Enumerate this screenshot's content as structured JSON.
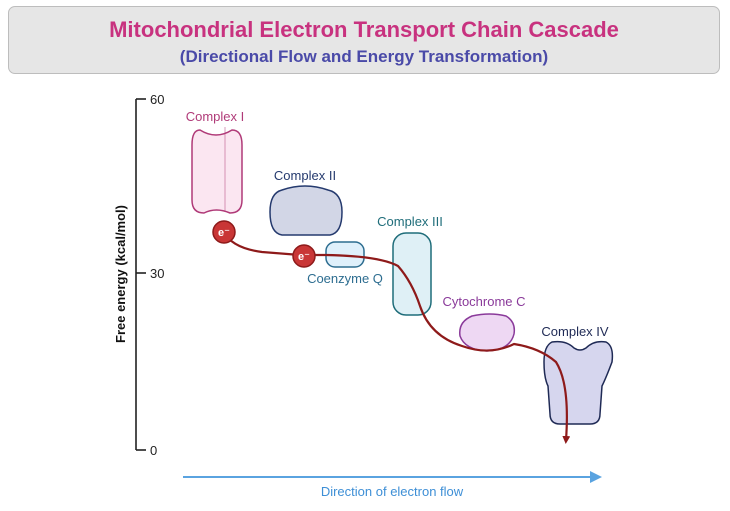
{
  "header": {
    "title": "Mitochondrial Electron Transport Chain Cascade",
    "subtitle": "(Directional Flow and Energy Transformation)"
  },
  "axis": {
    "ylabel": "Free energy (kcal/mol)",
    "ticks": [
      "60",
      "30",
      "0"
    ]
  },
  "labels": {
    "complex1": "Complex I",
    "complex2": "Complex II",
    "coenzyme_q": "Coenzyme Q",
    "complex3": "Complex III",
    "cytochrome_c": "Cytochrome C",
    "complex4": "Complex IV",
    "electron": "e⁻"
  },
  "footer": {
    "flow_label": "Direction of electron flow"
  },
  "colors": {
    "complex1": "#b03a78",
    "complex2": "#253a6e",
    "coenzyme_q": "#2d6d90",
    "complex3": "#1f6d7a",
    "cytochrome_c": "#8a3a9a",
    "complex4": "#1f2a55",
    "electron_path": "#8e1a1a",
    "flow_arrow": "#5aa3e0"
  }
}
